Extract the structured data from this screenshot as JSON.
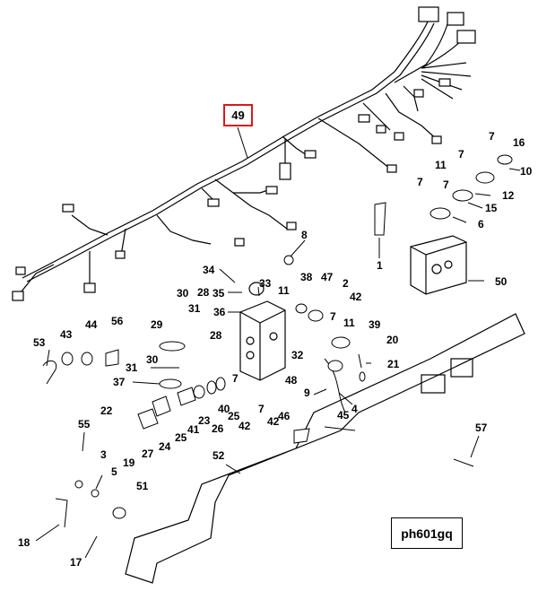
{
  "diagram": {
    "reference_id": "ph601gq",
    "highlighted_item": "49",
    "highlight_color": "#d7191c",
    "callouts": [
      "1",
      "2",
      "3",
      "4",
      "5",
      "6",
      "7",
      "8",
      "9",
      "10",
      "11",
      "12",
      "15",
      "16",
      "17",
      "18",
      "19",
      "20",
      "21",
      "22",
      "23",
      "24",
      "25",
      "26",
      "27",
      "28",
      "29",
      "30",
      "31",
      "32",
      "33",
      "34",
      "35",
      "36",
      "37",
      "38",
      "39",
      "40",
      "41",
      "42",
      "43",
      "44",
      "45",
      "46",
      "47",
      "48",
      "50",
      "51",
      "52",
      "53",
      "55",
      "56",
      "57"
    ]
  }
}
